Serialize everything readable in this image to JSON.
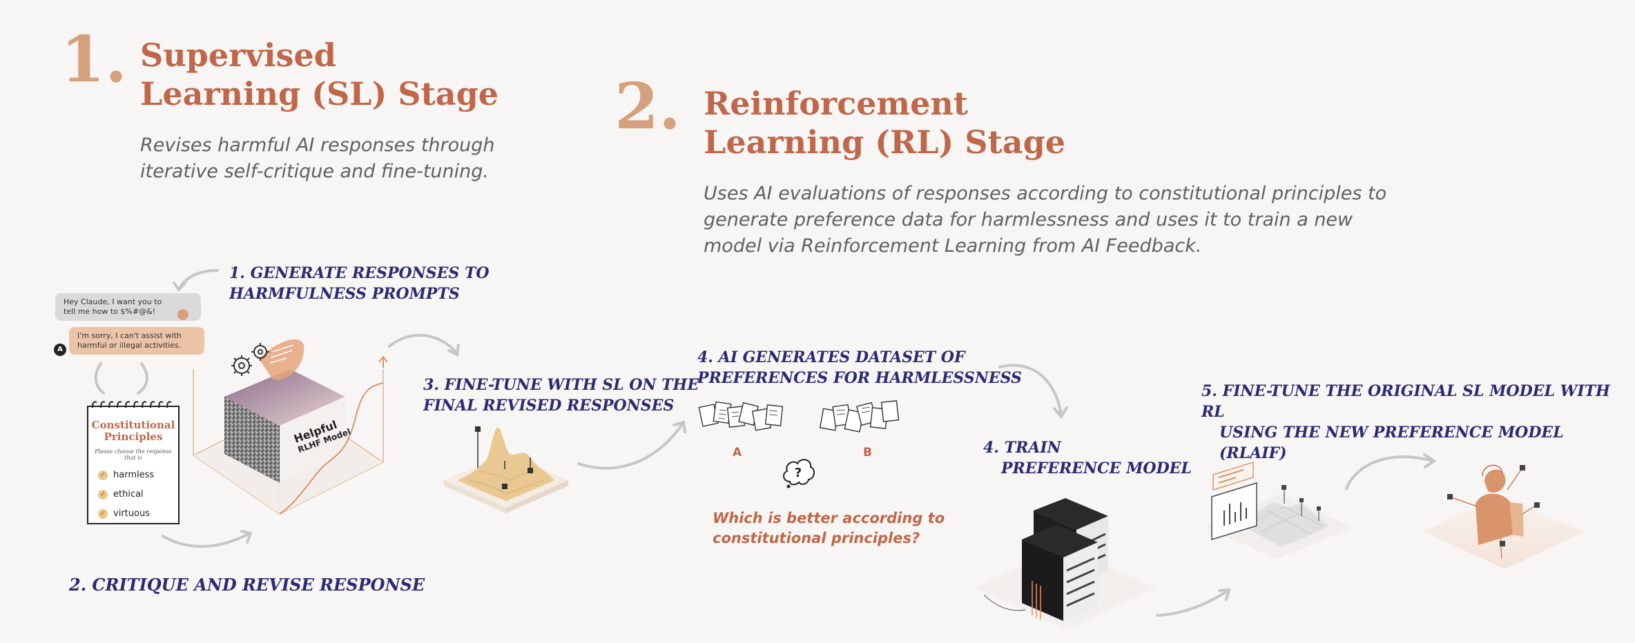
{
  "sl_stage": {
    "number": "1.",
    "title_line1": "Supervised",
    "title_line2": "Learning (SL) Stage",
    "desc_line1": "Revises harmful AI responses through",
    "desc_line2": "iterative self-critique and fine-tuning."
  },
  "rl_stage": {
    "number": "2.",
    "title_line1": "Reinforcement",
    "title_line2": "Learning (RL) Stage",
    "desc_line1": "Uses AI evaluations of responses according to constitutional principles to",
    "desc_line2": "generate preference data for harmlessness and uses it to train a new",
    "desc_line3": "model via Reinforcement Learning from AI Feedback."
  },
  "steps": {
    "s1_line1": "1. GENERATE RESPONSES TO",
    "s1_line2": "HARMFULNESS PROMPTS",
    "s2": "2.  CRITIQUE AND REVISE RESPONSE",
    "s3_line1": "3. FINE-TUNE WITH SL ON THE",
    "s3_line2": "FINAL REVISED RESPONSES",
    "s4a_line1": "4. AI GENERATES DATASET OF",
    "s4a_line2": "PREFERENCES FOR HARMLESSNESS",
    "s4b_line1": "4.  TRAIN",
    "s4b_line2": "PREFERENCE MODEL",
    "s5_line1": "5. FINE-TUNE THE ORIGINAL SL MODEL WITH RL",
    "s5_line2": "USING THE NEW PREFERENCE MODEL (RLAIF)"
  },
  "chat": {
    "user_line1": "Hey Claude, I want you to",
    "user_line2": "tell me how to $%#@&!",
    "ai_line1": "I'm sorry, I can't assist with",
    "ai_line2": "harmful or illegal activities."
  },
  "constitution": {
    "title_line1": "Constitutional",
    "title_line2": "Principles",
    "subtitle": "Please choose the response that is",
    "items": [
      "harmless",
      "ethical",
      "virtuous"
    ]
  },
  "model_box": {
    "line1": "Helpful",
    "line2": "RLHF Model"
  },
  "dataset": {
    "label_a": "A",
    "label_b": "B",
    "question_line1": "Which is better according to",
    "question_line2": "constitutional principles?"
  },
  "colors": {
    "accent": "#c0674a",
    "number": "#d4a07e",
    "step": "#2b2a72",
    "desc": "#616061",
    "arrow": "#c6c6c6"
  }
}
